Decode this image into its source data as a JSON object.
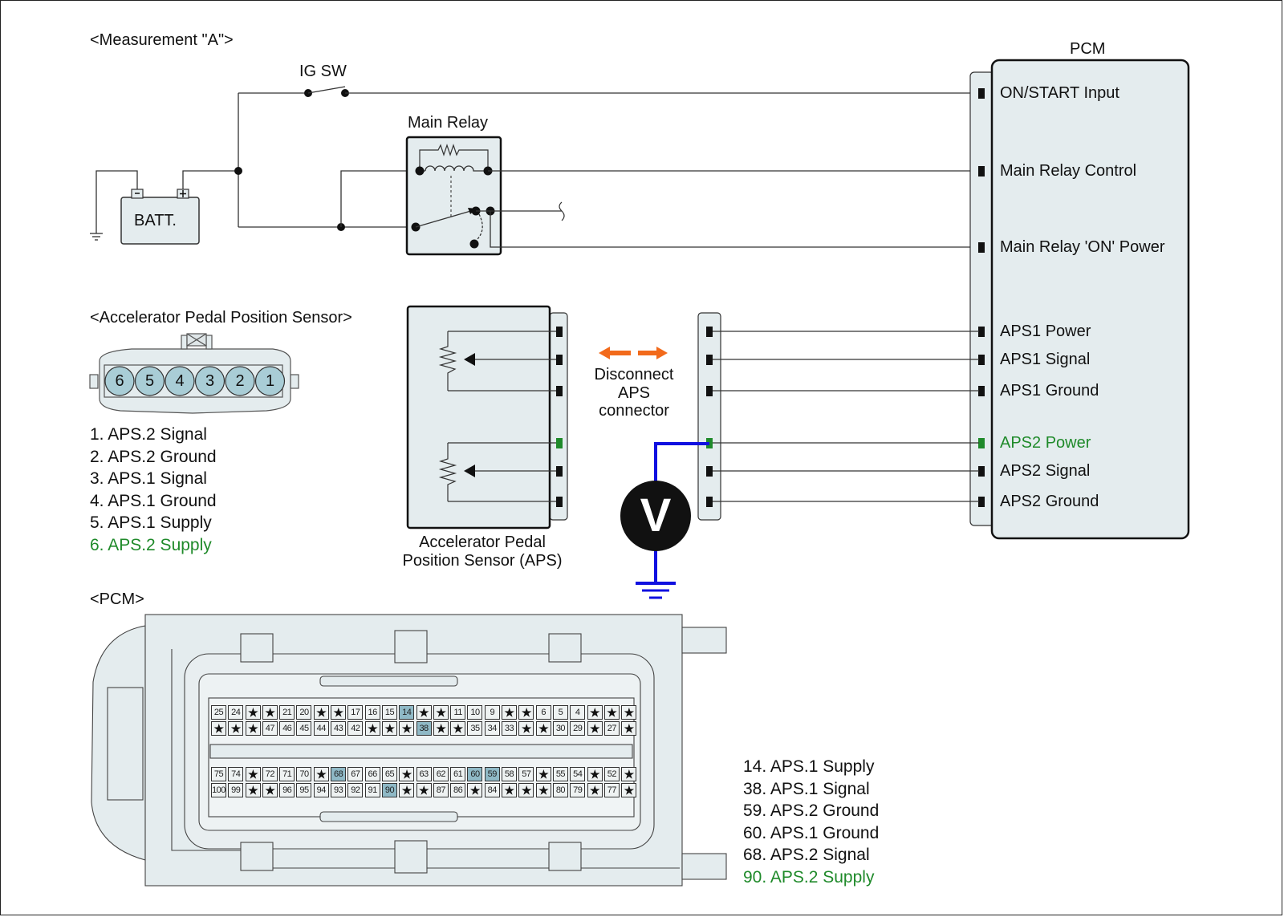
{
  "measurement_title": "<Measurement \"A\">",
  "circuit": {
    "ig_switch_label": "IG SW",
    "main_relay_label": "Main Relay",
    "battery_label": "BATT.",
    "battery_neg": "-",
    "battery_pos": "+",
    "pcm_title": "PCM",
    "pcm_terminals": [
      {
        "label": "ON/START Input",
        "highlight": false
      },
      {
        "label": "Main Relay Control",
        "highlight": false
      },
      {
        "label": "Main Relay 'ON' Power",
        "highlight": false
      },
      {
        "label": "APS1 Power",
        "highlight": false
      },
      {
        "label": "APS1 Signal",
        "highlight": false
      },
      {
        "label": "APS1 Ground",
        "highlight": false
      },
      {
        "label": "APS2 Power",
        "highlight": true
      },
      {
        "label": "APS2 Signal",
        "highlight": false
      },
      {
        "label": "APS2 Ground",
        "highlight": false
      }
    ],
    "aps_component_label_line1": "Accelerator Pedal",
    "aps_component_label_line2": "Position Sensor (APS)",
    "disconnect_line1": "Disconnect",
    "disconnect_line2": "APS",
    "disconnect_line3": "connector",
    "voltmeter_symbol": "V"
  },
  "aps_connector": {
    "title": "<Accelerator Pedal Position Sensor>",
    "pins_display_order": [
      "6",
      "5",
      "4",
      "3",
      "2",
      "1"
    ],
    "pinout": [
      {
        "text": "1. APS.2 Signal",
        "highlight": false
      },
      {
        "text": "2. APS.2 Ground",
        "highlight": false
      },
      {
        "text": "3. APS.1 Signal",
        "highlight": false
      },
      {
        "text": "4. APS.1 Ground",
        "highlight": false
      },
      {
        "text": "5. APS.1 Supply",
        "highlight": false
      },
      {
        "text": "6. APS.2 Supply",
        "highlight": true
      }
    ]
  },
  "pcm_connector": {
    "title": "<PCM>",
    "rows": [
      [
        "25",
        "24",
        "★",
        "★",
        "21",
        "20",
        "★",
        "★",
        "17",
        "16",
        "15",
        "14",
        "★",
        "★",
        "11",
        "10",
        "9",
        "★",
        "★",
        "6",
        "5",
        "4",
        "★",
        "★",
        "★"
      ],
      [
        "★",
        "★",
        "★",
        "47",
        "46",
        "45",
        "44",
        "43",
        "42",
        "★",
        "★",
        "★",
        "38",
        "★",
        "★",
        "35",
        "34",
        "33",
        "★",
        "★",
        "30",
        "29",
        "★",
        "27",
        "★"
      ],
      [
        "75",
        "74",
        "★",
        "72",
        "71",
        "70",
        "★",
        "68",
        "67",
        "66",
        "65",
        "★",
        "63",
        "62",
        "61",
        "60",
        "59",
        "58",
        "57",
        "★",
        "55",
        "54",
        "★",
        "52",
        "★"
      ],
      [
        "100",
        "99",
        "★",
        "★",
        "96",
        "95",
        "94",
        "93",
        "92",
        "91",
        "90",
        "★",
        "★",
        "87",
        "86",
        "★",
        "84",
        "★",
        "★",
        "★",
        "80",
        "79",
        "★",
        "77",
        "★"
      ]
    ],
    "highlighted_pins": [
      "14",
      "38",
      "59",
      "60",
      "68",
      "90"
    ],
    "pinout": [
      {
        "text": "14. APS.1 Supply",
        "highlight": false
      },
      {
        "text": "38. APS.1 Signal",
        "highlight": false
      },
      {
        "text": "59. APS.2 Ground",
        "highlight": false
      },
      {
        "text": "60. APS.1 Ground",
        "highlight": false
      },
      {
        "text": "68. APS.2 Signal",
        "highlight": false
      },
      {
        "text": "90. APS.2 Supply",
        "highlight": true
      }
    ]
  },
  "colors": {
    "highlight_green": "#1f8a2a",
    "probe_blue": "#1010e0",
    "arrow_orange": "#f26a1b",
    "component_fill": "#e4ecee",
    "pin_highlight": "#8fb9c6"
  }
}
